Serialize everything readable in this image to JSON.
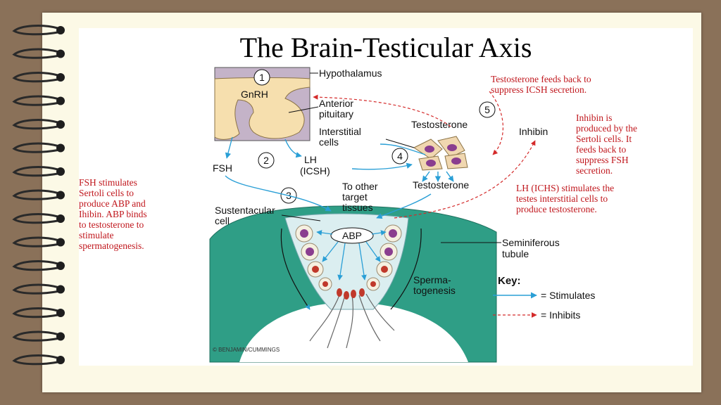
{
  "title": "The Brain-Testicular Axis",
  "labels": {
    "hypothalamus": "Hypothalamus",
    "gnrh": "GnRH",
    "anterior_pituitary": [
      "Anterior",
      "pituitary"
    ],
    "interstitial_cells": [
      "Interstitial",
      "cells"
    ],
    "testosterone_top": "Testosterone",
    "testosterone_mid": "Testosterone",
    "inhibin": "Inhibin",
    "fsh": "FSH",
    "lh": [
      "LH",
      "(ICSH)"
    ],
    "other_targets": [
      "To other",
      "target",
      "tissues"
    ],
    "sustentacular": [
      "Sustentacular",
      "cell"
    ],
    "abp": "ABP",
    "seminiferous": [
      "Seminiferous",
      "tubule"
    ],
    "spermatogenesis": [
      "Sperma-",
      "togenesis"
    ]
  },
  "steps": [
    "1",
    "2",
    "3",
    "4",
    "5"
  ],
  "annotations": {
    "feedback_testosterone": [
      "Testosterone feeds back to",
      "suppress ICSH secretion."
    ],
    "inhibin_note": [
      "Inhibin is",
      "produced by the",
      "Sertoli cells. It",
      "feeds back to",
      "suppress FSH",
      "secretion."
    ],
    "lh_note": [
      "LH (ICHS) stimulates the",
      "testes interstitial cells to",
      "produce testosterone."
    ],
    "fsh_note": [
      "FSH stimulates",
      "Sertoli cells to",
      "produce ABP and",
      "Ihibin.  ABP binds",
      "to testosterone to",
      "stimulate",
      "spermatogenesis."
    ]
  },
  "key": {
    "title": "Key:",
    "stimulates": "= Stimulates",
    "inhibits": "= Inhibits"
  },
  "credit": "© BENJAMIN/CUMMINGS",
  "colors": {
    "background": "#8a7159",
    "paper": "#fcf9e6",
    "pituitary": "#f6dfae",
    "tubule": "#2f9e86",
    "lumen": "#dbeef0",
    "stimulate_arrow": "#2a9fd6",
    "inhibit_arrow": "#d42a2a",
    "annotation_text": "#c0161c",
    "cell_nucleus": "#8a3e8f"
  }
}
